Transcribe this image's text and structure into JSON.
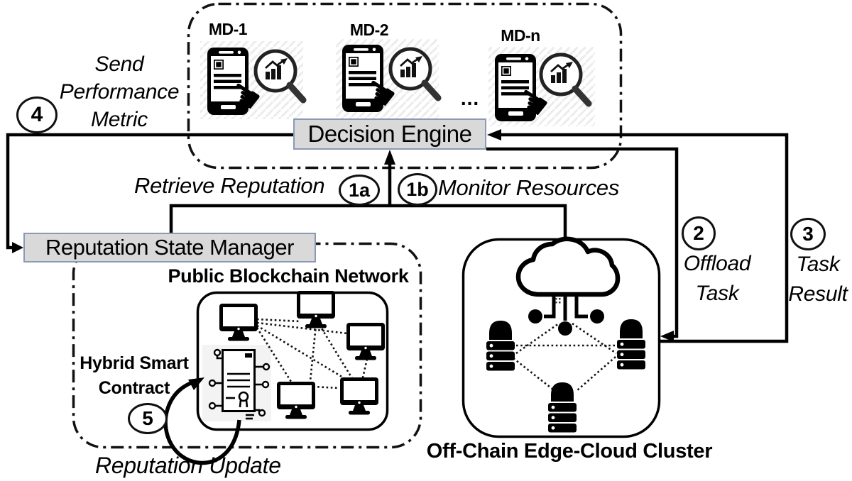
{
  "colors": {
    "background": "#ffffff",
    "ink": "#000000",
    "panel_fill": "#d9d9d9",
    "panel_border": "#8a9ab5",
    "contract_bg": "#f3f3f3"
  },
  "devices": [
    {
      "label": "MD-1"
    },
    {
      "label": "MD-2"
    },
    {
      "label": "MD-n"
    }
  ],
  "devices_ellipsis": "...",
  "nodes": {
    "decision_engine": "Decision Engine",
    "reputation_state_manager": "Reputation State Manager",
    "public_blockchain_network": "Public Blockchain Network",
    "hybrid_smart_contract": {
      "line1": "Hybrid Smart",
      "line2": "Contract"
    },
    "off_chain_cluster": "Off-Chain Edge-Cloud Cluster"
  },
  "steps": {
    "s1a": {
      "num": "1a",
      "label": "Retrieve Reputation"
    },
    "s1b": {
      "num": "1b",
      "label": "Monitor Resources"
    },
    "s2": {
      "num": "2",
      "line1": "Offload",
      "line2": "Task"
    },
    "s3": {
      "num": "3",
      "line1": "Task",
      "line2": "Result"
    },
    "s4": {
      "num": "4",
      "line1": "Send",
      "line2": "Performance",
      "line3": "Metric"
    },
    "s5": {
      "num": "5",
      "label": "Reputation Update"
    }
  },
  "icons": {
    "device": "smartphone-touch-icon",
    "magnifier": "analytics-magnifier-icon",
    "computer": "desktop-computer-icon",
    "server": "server-stack-icon",
    "cloud": "cloud-icon",
    "contract": "smart-contract-icon"
  }
}
